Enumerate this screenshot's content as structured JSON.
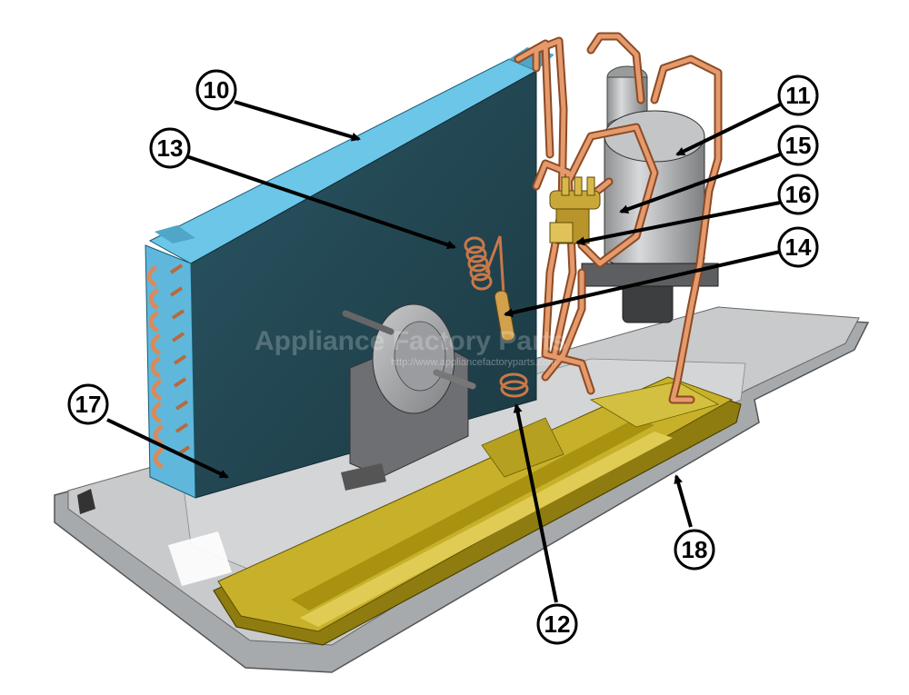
{
  "watermark": {
    "main": "Appliance Factory Parts",
    "sub": "http://www.appliancefactoryparts.com"
  },
  "callouts": [
    {
      "id": "c10",
      "label": "10"
    },
    {
      "id": "c11",
      "label": "11"
    },
    {
      "id": "c12",
      "label": "12"
    },
    {
      "id": "c13",
      "label": "13"
    },
    {
      "id": "c14",
      "label": "14"
    },
    {
      "id": "c15",
      "label": "15"
    },
    {
      "id": "c16",
      "label": "16"
    },
    {
      "id": "c17",
      "label": "17"
    },
    {
      "id": "c18",
      "label": "18"
    }
  ],
  "colors": {
    "coil_blue": "#6cc6e8",
    "coil_dark": "#1f3f4a",
    "copper": "#d98a5c",
    "base_gray": "#b9bcbf",
    "tray_yellow": "#c8b12a",
    "compressor": "#a8a9ab"
  }
}
